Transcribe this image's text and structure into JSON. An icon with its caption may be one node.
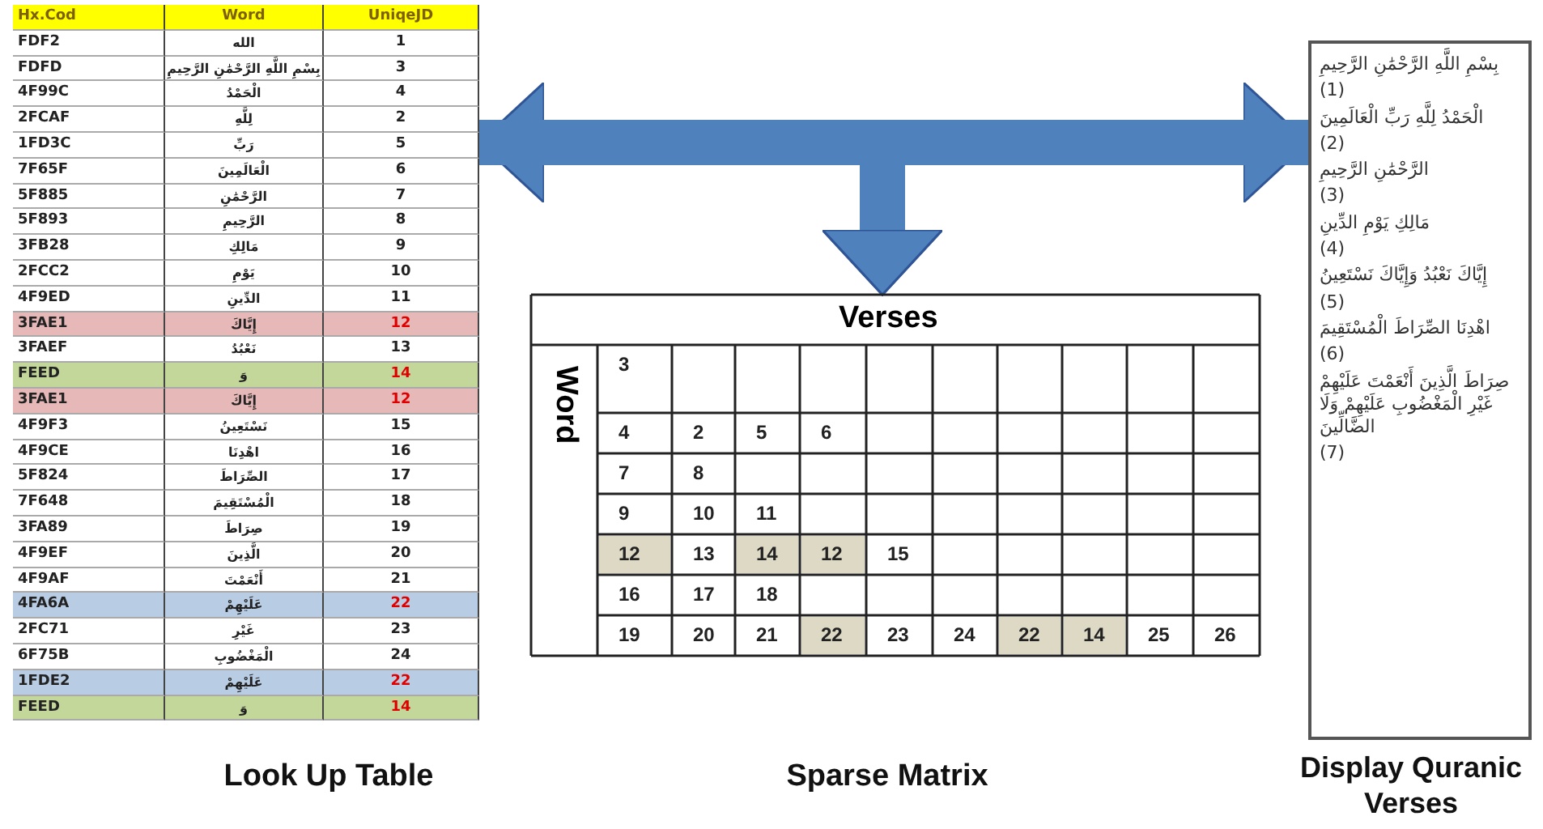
{
  "diagram": {
    "nodes": [
      {
        "text": [
          "Look Up Table"
        ]
      },
      {
        "text": [
          "Sparse Matrix"
        ]
      },
      {
        "text": [
          "بِسْمِ اللَّهِ الرَّحْمَٰنِ الرَّحِيمِ",
          "(1)",
          "الْحَمْدُ لِلَّهِ رَبِّ الْعَالَمِينَ",
          "(2)",
          "الرَّحْمَٰنِ الرَّحِيمِ",
          "(3)",
          "مَالِكِ يَوْمِ الدِّينِ",
          "(4)",
          "إِيَّاكَ نَعْبُدُ وَإِيَّاكَ نَسْتَعِينُ",
          "(5)",
          "اهْدِنَا الصِّرَاطَ الْمُسْتَقِيمَ",
          "(6)",
          "صِرَاطَ الَّذِينَ أَنْعَمْتَ عَلَيْهِمْ غَيْرِ الْمَغْضُوبِ عَلَيْهِمْ وَلَا الضَّالِّينَ",
          "(7)",
          "Display Quranic Verses"
        ]
      }
    ],
    "edges": [
      {
        "from": 0,
        "to": 2,
        "arrow": "both"
      },
      {
        "from": 0,
        "to": 1,
        "arrow": "to"
      },
      {
        "from": 2,
        "to": 1,
        "arrow": "to"
      }
    ],
    "labels": [
      "Hx.Cod",
      "Word",
      "UniqeJD",
      "FDF2",
      "الله",
      "1",
      "FDFD",
      "بِسْمِ اللَّهِ الرَّحْمَٰنِ الرَّحِيمِ",
      "3",
      "4F99C",
      "الْحَمْدُ",
      "4",
      "2FCAF",
      "لِلَّهِ",
      "2",
      "1FD3C",
      "رَبِّ",
      "5",
      "7F65F",
      "الْعَالَمِينَ",
      "6",
      "5F885",
      "الرَّحْمَٰنِ",
      "7",
      "5F893",
      "الرَّحِيمِ",
      "8",
      "3FB28",
      "مَالِكِ",
      "9",
      "2FCC2",
      "يَوْمِ",
      "10",
      "4F9ED",
      "الدِّينِ",
      "11",
      "3FAE1",
      "إِيَّاكَ",
      "12",
      "3FAEF",
      "نَعْبُدُ",
      "13",
      "FEED",
      "وَ",
      "14",
      "3FAE1",
      "إِيَّاكَ",
      "12",
      "4F9F3",
      "نَسْتَعِينُ",
      "15",
      "4F9CE",
      "اهْدِنَا",
      "16",
      "5F824",
      "الصِّرَاطَ",
      "17",
      "7F648",
      "الْمُسْتَقِيمَ",
      "18",
      "3FA89",
      "صِرَاطَ",
      "19",
      "4F9EF",
      "الَّذِينَ",
      "20",
      "4F9AF",
      "أَنْعَمْتَ",
      "21",
      "4FA6A",
      "عَلَيْهِمْ",
      "22",
      "2FC71",
      "غَيْرِ",
      "23",
      "6F75B",
      "الْمَغْضُوبِ",
      "24",
      "1FDE2",
      "عَلَيْهِمْ",
      "22",
      "FEED",
      "وَ",
      "14",
      "Verses",
      "Word",
      "3",
      "4",
      "2",
      "5",
      "6",
      "7",
      "8",
      "9",
      "10",
      "11",
      "12",
      "13",
      "14",
      "12",
      "15",
      "16",
      "17",
      "18",
      "19",
      "20",
      "21",
      "22",
      "23",
      "24",
      "22",
      "14",
      "25",
      "26"
    ]
  }
}
